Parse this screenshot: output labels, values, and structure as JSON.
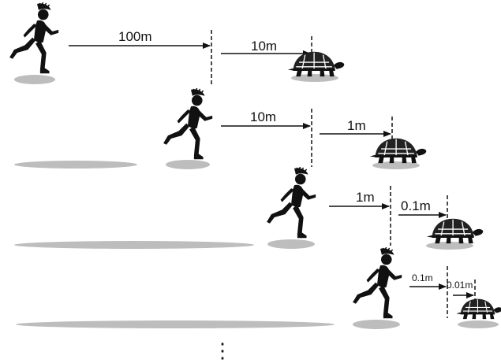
{
  "colors": {
    "ink": "#111111",
    "shadow": "#bdbdbd",
    "shell": "#222222",
    "background": "#ffffff"
  },
  "icons": {
    "runner": "runner-icon",
    "tortoise": "tortoise-icon"
  },
  "rows": [
    {
      "runner_gap": "100m",
      "tortoise_lead": "10m"
    },
    {
      "runner_gap": "10m",
      "tortoise_lead": "1m"
    },
    {
      "runner_gap": "1m",
      "tortoise_lead": "0.1m"
    },
    {
      "runner_gap": "0.1m",
      "tortoise_lead": "0.01m"
    }
  ],
  "continuation": "⋮"
}
